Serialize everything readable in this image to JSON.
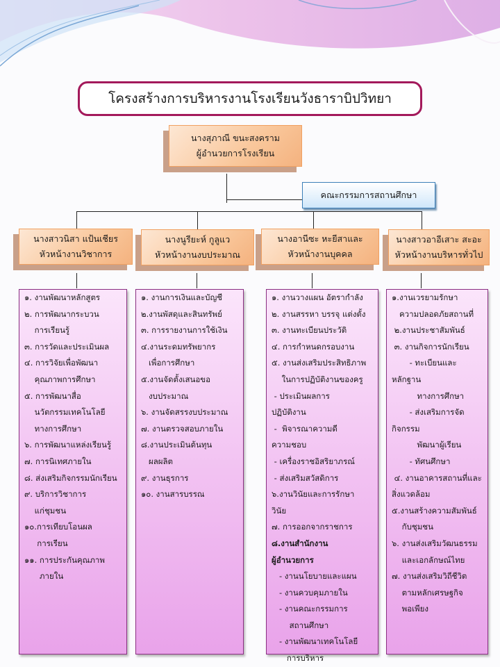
{
  "title": "โครงสร้างการบริหารงานโรงเรียนวังธาราบิปวิทยา",
  "director": {
    "name": "นางสุภาณี ขนะสงคราม",
    "position": "ผู้อำนวยการโรงเรียน"
  },
  "committee": "คณะกรรมการสถานศึกษา",
  "heads": [
    {
      "name": "นางสาวนิสา แป้นเชียร",
      "position": "หัวหน้างานวิชาการ"
    },
    {
      "name": "นางนูรียะห์ กูลูแว",
      "position": "หัวหน้างานงบประมาณ"
    },
    {
      "name": "นางอานีซะ หะยีสาและ",
      "position": "หัวหน้างานบุคคล"
    },
    {
      "name": "นางสาวอาอีเสาะ  สะอะ",
      "position": "หัวหน้างานบริหารทั่วไป"
    }
  ],
  "lists": [
    [
      "๑. งานพัฒนาหลักสูตร",
      "๒. การพัฒนากระบวน",
      "    การเรียนรู้",
      "๓. การวัดและประเมินผล",
      "๔. การวิจัยเพื่อพัฒนา",
      "    คุณภาพการศึกษา",
      "๕. การพัฒนาสื่อ",
      "    นวัตกรรมเทคโนโลยี",
      "    ทางการศึกษา",
      "๖. การพัฒนาแหล่งเรียนรู้",
      "๗. การนิเทศภายใน",
      "๘. ส่งเสริมกิจกรรมนักเรียน",
      "๙. บริการวิชาการ",
      "    แก่ชุมชน",
      "๑๐.การเทียบโอนผล",
      "     การเรียน",
      "๑๑. การประกันคุณภาพ",
      "      ภายใน"
    ],
    [
      "๑. งานการเงินและบัญชี",
      "๒.งานพัสดุและสินทรัพย์",
      "๓. การรายงานการใช้เงิน",
      "๔.งานระดมทรัพยากร",
      "   เพื่อการศึกษา",
      "๕.งานจัดตั้งเสนอขอ",
      "   งบประมาณ",
      "๖. งานจัดสรรงบประมาณ",
      "๗. งานตรวจสอบภายใน",
      "๘.งานประเมินต้นทุน",
      "   ผลผลิต",
      "๙. งานธุรการ",
      "๑๐. งานสารบรรณ"
    ],
    [
      "๑. งานวางแผน อัตรากำลัง",
      "๒. งานสรรหา บรรจุ แต่งตั้ง",
      "๓. งานทะเบียนประวัติ",
      "๔. การกำหนดกรอบงาน",
      "๕. งานส่งเสริมประสิทธิภาพ",
      "    ในการปฏิบัติงานของครู",
      " - ประเมินผลการ",
      "ปฏิบัติงาน",
      " -  พิจารณาความดี",
      "ความชอบ",
      " - เครื่องราชอิสริยาภรณ์",
      " - ส่งเสริมสวัสดิการ",
      "๖.งานวินัยและการรักษา",
      "วินัย",
      "๗. การออกจากราชการ",
      "๘.งานสำนักงาน",
      "ผู้อำนวยการ",
      "   - งานนโยบายและแผน",
      "   - งานควบคุมภายใน",
      "   - งานคณะกรรมการ",
      "       สถานศึกษา",
      "   - งานพัฒนาเทคโนโลยี",
      "      การบริหาร"
    ],
    [
      "๑.งานเวรยามรักษา",
      "   ความปลอดภัยสถานที่",
      " ๒.งานประชาสัมพันธ์",
      " ๓. งานกิจการนักเรียน",
      "       - ทะเบียนและ",
      "หลักฐาน",
      "          ทางการศึกษา",
      "       - ส่งเสริมการจัด",
      "กิจกรรม",
      "          พัฒนาผู้เรียน",
      "       - ทัศนศึกษา",
      " ๔. งานอาคารสถานที่และ",
      "สิ่งแวดล้อม",
      "๕.งานสร้างความสัมพันธ์",
      "    กับชุมชน",
      "๖. งานส่งเสริมวัฒนธรรม",
      "    และเอกลักษณ์ไทย",
      "๗. งานส่งเสริมวิถีชีวิต",
      "    ตามหลักเศรษฐกิจ",
      "    พอเพียง"
    ]
  ]
}
